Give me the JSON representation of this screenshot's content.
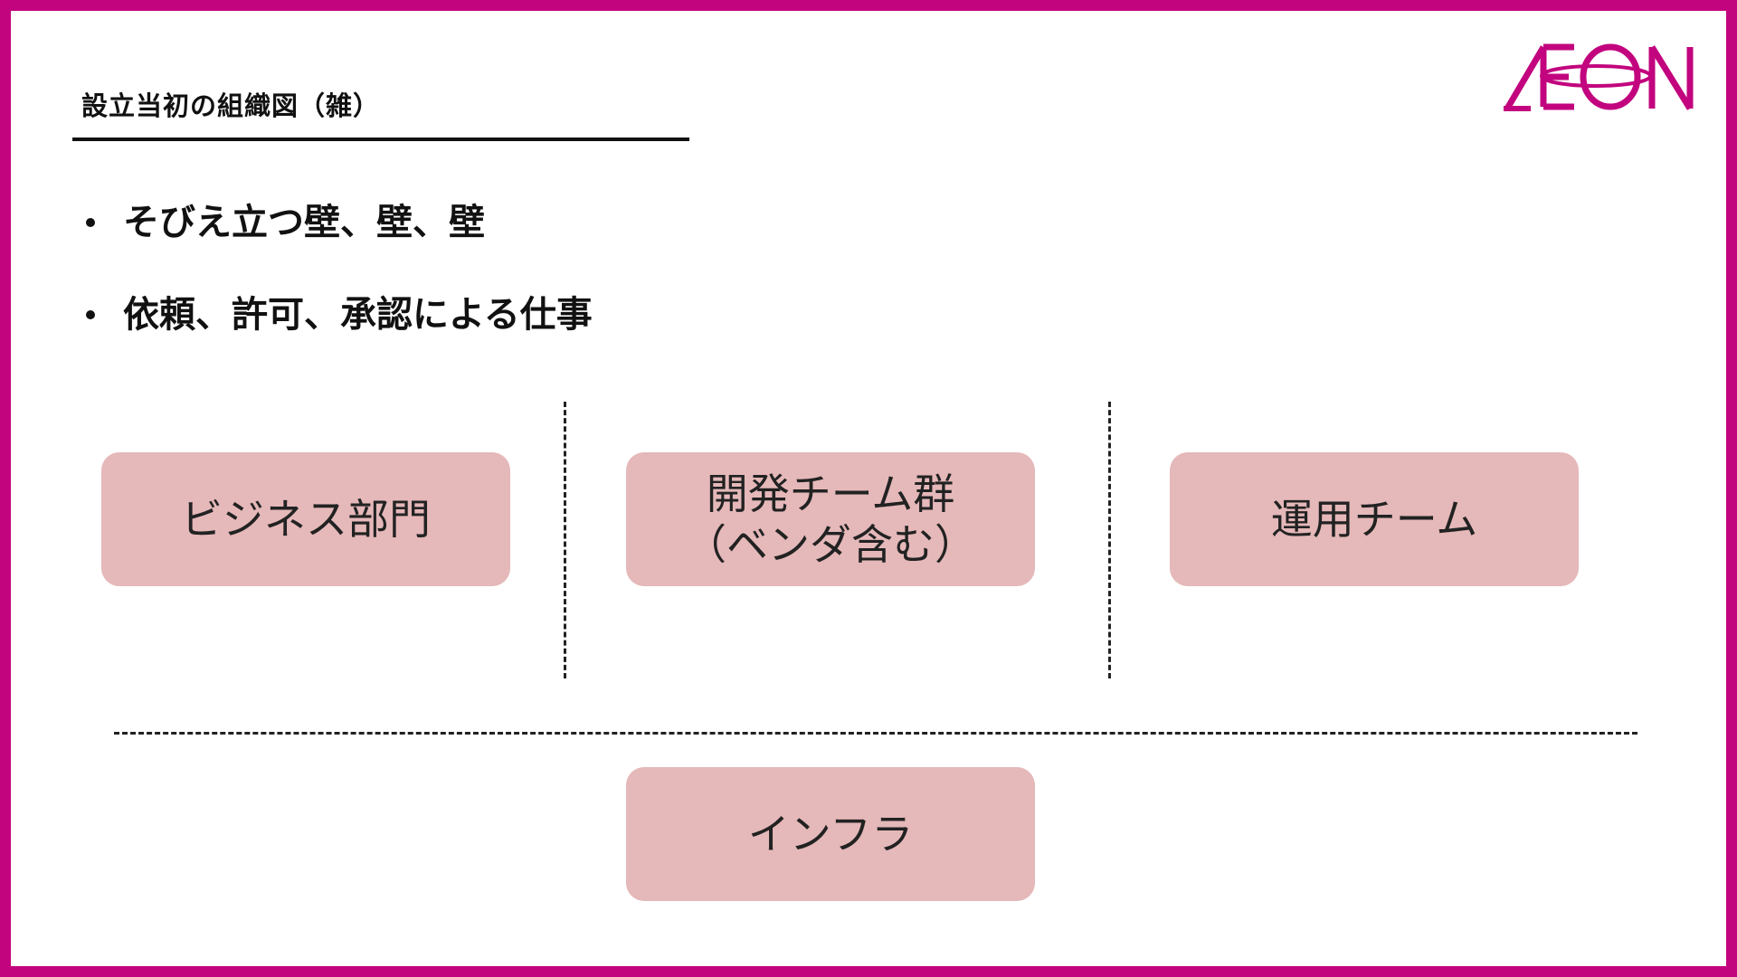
{
  "slide": {
    "title": "設立当初の組織図（雑）",
    "logo_text": "AEON",
    "border_color": "#c2057e",
    "accent_color": "#c2057e",
    "box_color": "#e5b8b9"
  },
  "bullets": [
    "そびえ立つ壁、壁、壁",
    "依頼、許可、承認による仕事"
  ],
  "boxes": {
    "business": {
      "label": "ビジネス部門"
    },
    "dev": {
      "label_line1": "開発チーム群",
      "label_line2": "（ベンダ含む）"
    },
    "ops": {
      "label": "運用チーム"
    },
    "infra": {
      "label": "インフラ"
    }
  }
}
